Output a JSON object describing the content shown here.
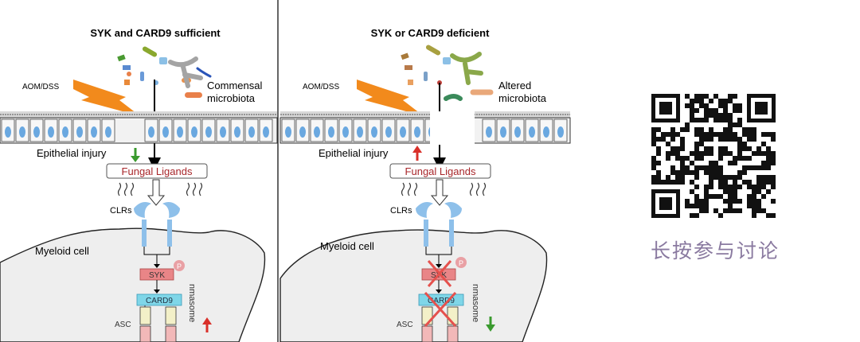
{
  "panels": [
    {
      "title": "SYK and CARD9 sufficient",
      "treatment": "AOM/DSS",
      "microbiota_label_line1": "Commensal",
      "microbiota_label_line2": "microbiota",
      "injury_label": "Epithelial injury",
      "injury_direction": "down",
      "ligands_label": "Fungal Ligands",
      "receptor_label": "CLRs",
      "cell_label": "Myeloid cell",
      "kinase_label": "SYK",
      "phospho_label": "P",
      "adaptor_label": "CARD9",
      "asc_label": "ASC",
      "complex_label": "nmasome",
      "complex_direction": "up",
      "blocked": false
    },
    {
      "title": "SYK or CARD9 deficient",
      "treatment": "AOM/DSS",
      "microbiota_label_line1": "Altered",
      "microbiota_label_line2": "microbiota",
      "injury_label": "Epithelial injury",
      "injury_direction": "up",
      "ligands_label": "Fungal Ligands",
      "receptor_label": "CLRs",
      "cell_label": "Myeloid cell",
      "kinase_label": "SYK",
      "phospho_label": "P",
      "adaptor_label": "CARD9",
      "asc_label": "ASC",
      "complex_label": "nmasome",
      "complex_direction": "down",
      "blocked": true
    }
  ],
  "colors": {
    "up_arrow": "#d9302a",
    "down_arrow": "#3a9a2e",
    "ligand_text": "#a8262a",
    "lightning": "#f28a1c",
    "cell_fill": "#eeeeee",
    "clr": "#8ec0ea",
    "syk_box": "#e98587",
    "card9_box": "#7fd6e8",
    "block_cross": "#e5514d"
  },
  "qr": {
    "icon": "qr-code-icon",
    "caption": "长按参与讨论"
  }
}
